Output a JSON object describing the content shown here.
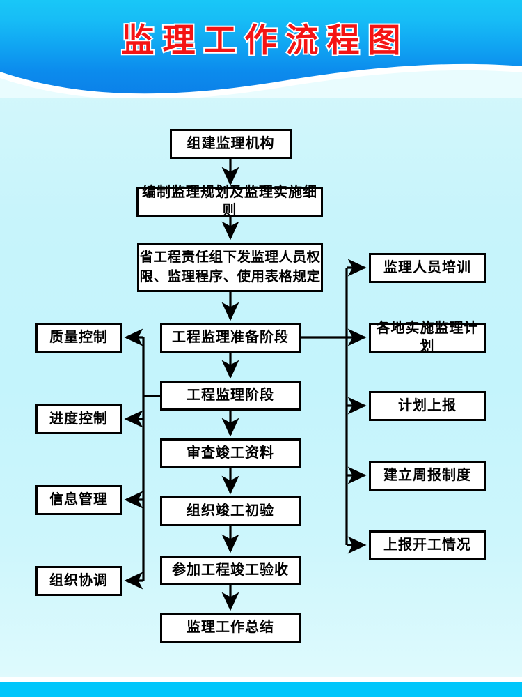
{
  "header": {
    "title": "监理工作流程图",
    "title_color": "#f41414",
    "title_outline_color": "#ffffff",
    "banner_color_top": "#19c7f7",
    "banner_color_bottom": "#0b7fe8"
  },
  "theme": {
    "background_top": "#e4fbfd",
    "background_mid": "#c4f4fc",
    "node_fill": "#ffffff",
    "node_border": "#000000",
    "footer_color": "#00c6fb"
  },
  "chart_data": {
    "type": "flowchart",
    "title": "监理工作流程图",
    "main_flow": [
      "组建监理机构",
      "编制监理规划及监理实施细则",
      "省工程责任组下发监理人员权限、监理程序、使用表格规定",
      "工程监理准备阶段",
      "工程监理阶段",
      "审查竣工资料",
      "组织竣工初验",
      "参加工程竣工验收",
      "监理工作总结"
    ],
    "left_branch_from": "工程监理阶段",
    "left_branch": [
      "质量控制",
      "进度控制",
      "信息管理",
      "组织协调"
    ],
    "right_branch_from": "工程监理准备阶段",
    "right_branch": [
      "监理人员培训",
      "各地实施监理计划",
      "计划上报",
      "建立周报制度",
      "上报开工情况"
    ]
  },
  "nodes": {
    "main": [
      {
        "label": "组建监理机构"
      },
      {
        "label": "编制监理规划及监理实施细则"
      },
      {
        "label": "省工程责任组下发监理人员权\n限、监理程序、使用表格规定"
      },
      {
        "label": "工程监理准备阶段"
      },
      {
        "label": "工程监理阶段"
      },
      {
        "label": "审查竣工资料"
      },
      {
        "label": "组织竣工初验"
      },
      {
        "label": "参加工程竣工验收"
      },
      {
        "label": "监理工作总结"
      }
    ],
    "left": [
      {
        "label": "质量控制"
      },
      {
        "label": "进度控制"
      },
      {
        "label": "信息管理"
      },
      {
        "label": "组织协调"
      }
    ],
    "right": [
      {
        "label": "监理人员培训"
      },
      {
        "label": "各地实施监理计划"
      },
      {
        "label": "计划上报"
      },
      {
        "label": "建立周报制度"
      },
      {
        "label": "上报开工情况"
      }
    ]
  }
}
